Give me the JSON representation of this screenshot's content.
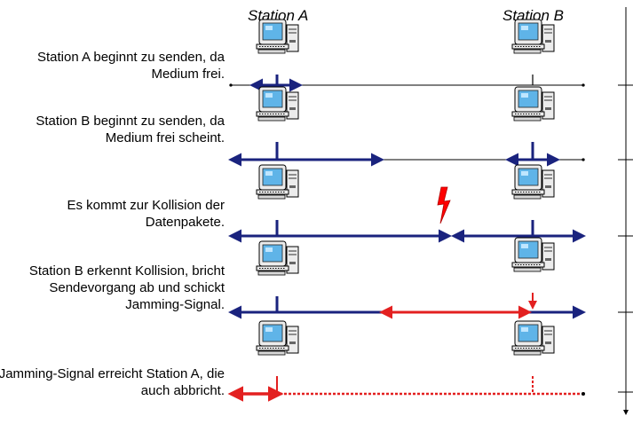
{
  "header": {
    "station_a": "Station A",
    "station_b": "Station B"
  },
  "steps": [
    {
      "text": "Station A beginnt zu senden, da Medium frei."
    },
    {
      "text": "Station B beginnt zu senden, da Medium frei scheint."
    },
    {
      "text": "Es kommt zur Kollision der Datenpakete."
    },
    {
      "text": "Station B erkennt Kollision, bricht Sendevorgang ab und schickt Jamming-Signal."
    },
    {
      "text": "Jamming-Signal erreicht Station A, die auch abbricht."
    }
  ],
  "colors": {
    "signal": "#1a237e",
    "jamming": "#e32020",
    "bus": "#000000",
    "collision": "#ff0000"
  },
  "icons": {
    "station": "computer-icon",
    "collision": "lightning-icon"
  }
}
